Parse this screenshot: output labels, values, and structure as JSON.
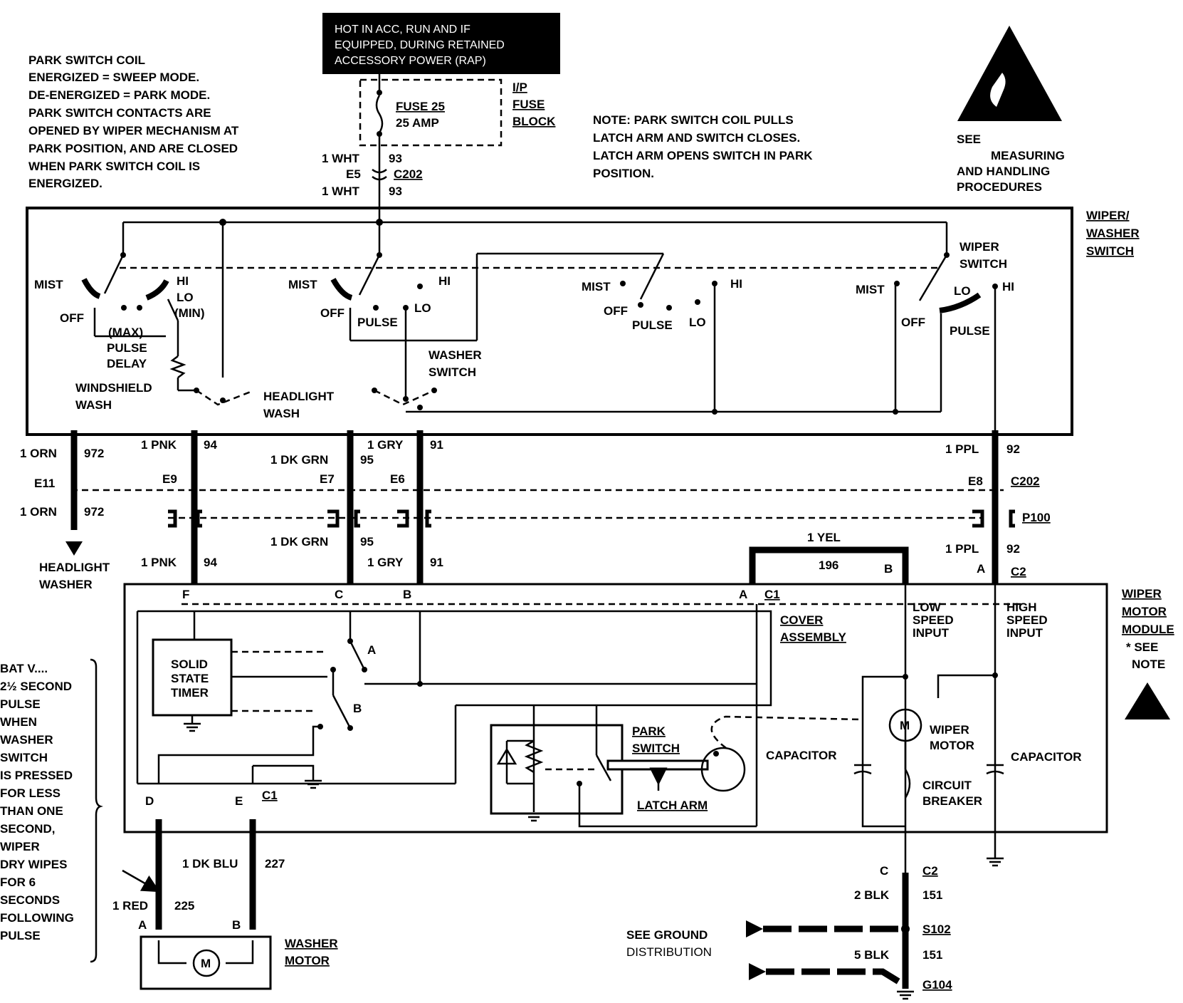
{
  "hot_box": [
    "HOT IN ACC, RUN AND IF",
    "EQUIPPED, DURING RETAINED",
    "ACCESSORY POWER (RAP)"
  ],
  "notes": {
    "park_coil": [
      "PARK SWITCH COIL",
      "ENERGIZED = SWEEP MODE.",
      "DE-ENERGIZED = PARK MODE.",
      "PARK SWITCH CONTACTS ARE",
      "OPENED BY WIPER MECHANISM AT",
      "PARK POSITION, AND ARE CLOSED",
      "WHEN PARK SWITCH COIL IS",
      "ENERGIZED."
    ],
    "latch": [
      "NOTE: PARK SWITCH COIL PULLS",
      "LATCH ARM AND SWITCH CLOSES.",
      "LATCH ARM OPENS SWITCH IN PARK",
      "POSITION."
    ],
    "esd_see": "SEE",
    "esd": [
      "MEASURING",
      "AND HANDLING",
      "PROCEDURES"
    ],
    "pulse": [
      "BAT V....",
      "2½ SECOND",
      "PULSE",
      "WHEN",
      "WASHER",
      "SWITCH",
      "IS PRESSED",
      "FOR LESS",
      "THAN ONE",
      "SECOND,",
      "WIPER",
      "DRY WIPES",
      "FOR 6",
      "SECONDS",
      "FOLLOWING",
      "PULSE"
    ]
  },
  "fuse": {
    "name": "FUSE 25",
    "rating": "25 AMP",
    "block": [
      "I/P",
      "FUSE",
      "BLOCK"
    ]
  },
  "labels": {
    "wiper_washer_switch": [
      "WIPER/",
      "WASHER",
      "SWITCH"
    ],
    "wiper_switch": [
      "WIPER",
      "SWITCH"
    ],
    "washer_switch": [
      "WASHER",
      "SWITCH"
    ],
    "windshield_wash": [
      "WINDSHIELD",
      "WASH"
    ],
    "headlight_wash": [
      "HEADLIGHT",
      "WASH"
    ],
    "headlight_washer": [
      "HEADLIGHT",
      "WASHER"
    ],
    "mist": "MIST",
    "off": "OFF",
    "hi": "HI",
    "lo": "LO",
    "lo_min": "(MIN)",
    "pulse": "PULSE",
    "max": "(MAX)",
    "pulse_delay": [
      "PULSE",
      "DELAY"
    ],
    "wiper_motor_module": [
      "WIPER",
      "MOTOR",
      "MODULE"
    ],
    "see_note": [
      "* SEE",
      "NOTE"
    ],
    "cover_assembly": [
      "COVER",
      "ASSEMBLY"
    ],
    "solid_state_timer": [
      "SOLID",
      "STATE",
      "TIMER"
    ],
    "park_switch": [
      "PARK",
      "SWITCH"
    ],
    "latch_arm": "LATCH ARM",
    "low_speed": [
      "LOW",
      "SPEED",
      "INPUT"
    ],
    "high_speed": [
      "HIGH",
      "SPEED",
      "INPUT"
    ],
    "wiper_motor": [
      "WIPER",
      "MOTOR"
    ],
    "capacitor": "CAPACITOR",
    "circuit_breaker": [
      "CIRCUIT",
      "BREAKER"
    ],
    "washer_motor": [
      "WASHER",
      "MOTOR"
    ],
    "ground_dist": [
      "SEE GROUND",
      "DISTRIBUTION"
    ],
    "motor_m": "M",
    "contact_a": "A",
    "contact_b": "B"
  },
  "wires": {
    "w93a": "1 WHT",
    "c93a": "93",
    "e5": "E5",
    "c202": "C202",
    "w93b": "1 WHT",
    "c93b": "93",
    "w972a": "1 ORN",
    "c972a": "972",
    "e11": "E11",
    "w972b": "1 ORN",
    "c972b": "972",
    "w94a": "1 PNK",
    "c94a": "94",
    "e9": "E9",
    "w94b": "1 PNK",
    "c94b": "94",
    "w95a": "1 DK GRN",
    "c95a": "95",
    "e7": "E7",
    "w95b": "1 DK GRN",
    "c95b": "95",
    "w91a": "1 GRY",
    "c91a": "91",
    "e6": "E6",
    "w91b": "1 GRY",
    "c91b": "91",
    "w92a": "1 PPL",
    "c92a": "92",
    "e8": "E8",
    "c202b": "C202",
    "p100": "P100",
    "w92b": "1 PPL",
    "c92b": "92",
    "pinA": "A",
    "c2": "C2",
    "w196": "1 YEL",
    "c196": "196",
    "pinB": "B",
    "pinF": "F",
    "pinC": "C",
    "pinB2": "B",
    "pinA2": "A",
    "c1": "C1",
    "pinD": "D",
    "pinE": "E",
    "c1b": "C1",
    "w227": "1 DK BLU",
    "c227": "227",
    "w225": "1 RED",
    "c225": "225",
    "wmA": "A",
    "wmB": "B",
    "pinC2": "C",
    "c2b": "C2",
    "w151a": "2 BLK",
    "c151a": "151",
    "s102": "S102",
    "w151b": "5 BLK",
    "c151b": "151",
    "g104": "G104"
  }
}
